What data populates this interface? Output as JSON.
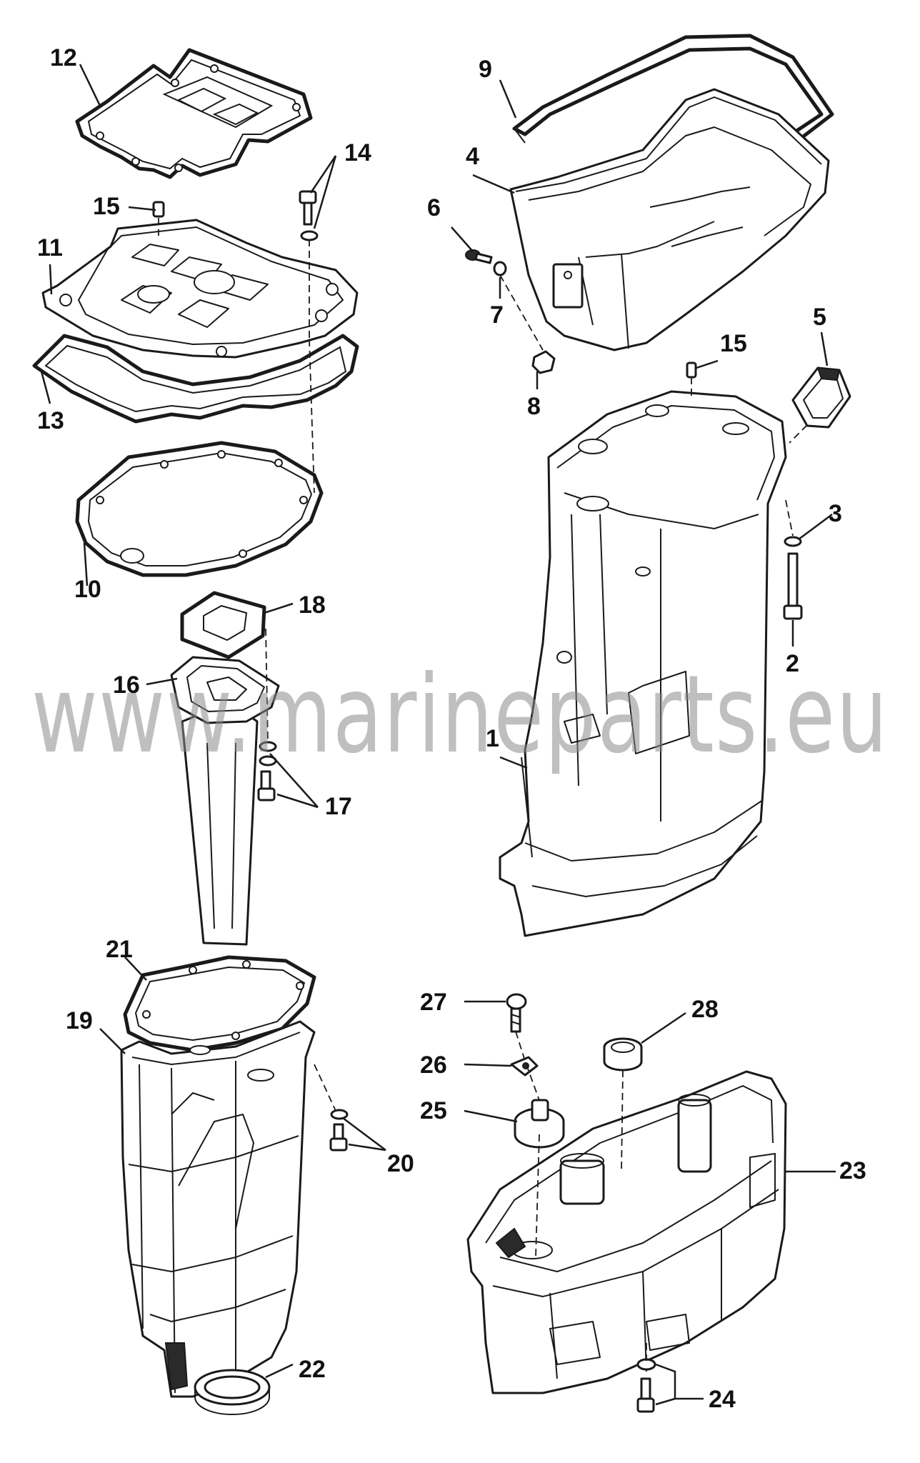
{
  "watermark": "www.marineparts.eu",
  "callouts": {
    "c1": "1",
    "c2": "2",
    "c3": "3",
    "c4": "4",
    "c5": "5",
    "c6": "6",
    "c7": "7",
    "c8": "8",
    "c9": "9",
    "c10": "10",
    "c11": "11",
    "c12": "12",
    "c13": "13",
    "c14": "14",
    "c15a": "15",
    "c15b": "15",
    "c16": "16",
    "c17": "17",
    "c18": "18",
    "c19": "19",
    "c20": "20",
    "c21": "21",
    "c22": "22",
    "c23": "23",
    "c24": "24",
    "c25": "25",
    "c26": "26",
    "c27": "27",
    "c28": "28"
  }
}
